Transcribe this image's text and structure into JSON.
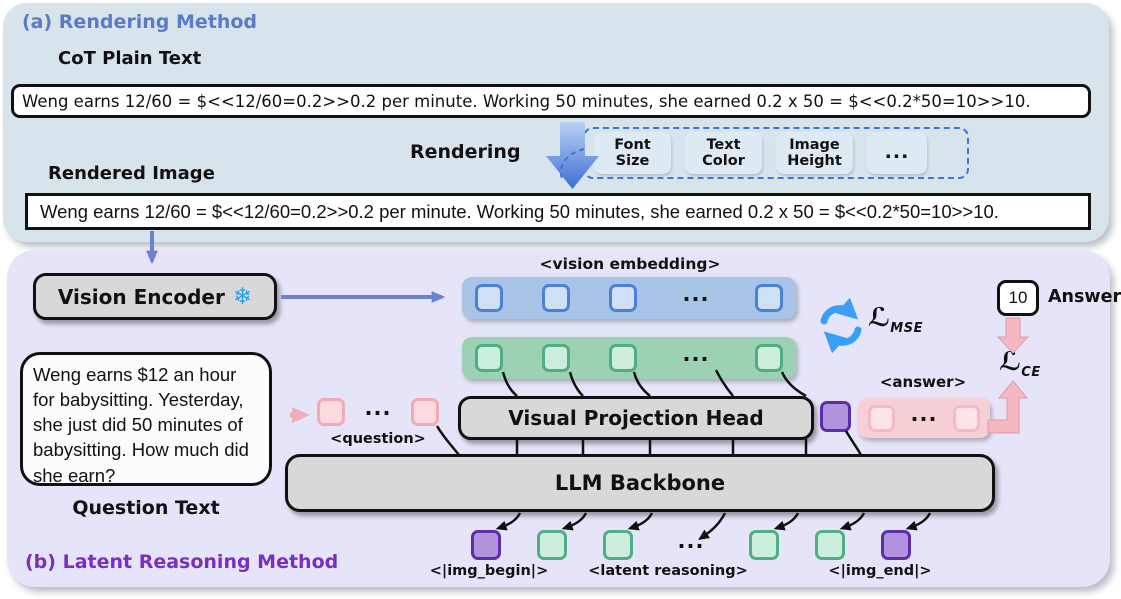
{
  "ellipsis": "...",
  "panel_a": {
    "title": "(a) Rendering Method",
    "cot_label": "CoT Plain Text",
    "cot_text": "Weng earns 12/60 = $<<12/60=0.2>>0.2 per minute. Working 50 minutes, she earned 0.2 x 50 = $<<0.2*50=10>>10.",
    "rendering_label": "Rendering",
    "params": [
      {
        "line1": "Font",
        "line2": "Size"
      },
      {
        "line1": "Text",
        "line2": "Color"
      },
      {
        "line1": "Image",
        "line2": "Height"
      }
    ],
    "rendered_label": "Rendered Image",
    "rendered_text": "Weng earns 12/60 = $<<12/60=0.2>>0.2 per minute. Working 50 minutes, she earned 0.2 x 50 = $<<0.2*50=10>>10."
  },
  "panel_b": {
    "title": "(b) Latent Reasoning Method",
    "vision_encoder_label": "Vision Encoder",
    "snowflake_icon": "❄",
    "vision_embedding_tag": "<vision embedding>",
    "question_text": "Weng earns $12 an hour for babysitting. Yesterday, she just did 50 minutes of babysitting. How much did she earn?",
    "question_caption": "Question Text",
    "question_tag": "<question>",
    "visual_projection_label": "Visual Projection Head",
    "answer_tag": "<answer>",
    "llm_label": "LLM Backbone",
    "img_begin_tag": "<|img_begin|>",
    "latent_reasoning_tag": "<latent reasoning>",
    "img_end_tag": "<|img_end|>",
    "answer_value": "10",
    "answer_caption": "Answer",
    "loss_mse": {
      "symbol": "ℒ",
      "subscript": "MSE"
    },
    "loss_ce": {
      "symbol": "ℒ",
      "subscript": "CE"
    }
  },
  "colors": {
    "panel_a_bg": "#d7e4ec",
    "panel_b_bg": "#e5e4f9",
    "panel_a_title": "#5b7bc8",
    "panel_b_title": "#7b2fc1",
    "gray_box": "#d8d8d8",
    "blue_bar": "#aac4e7",
    "blue_token_fill": "#d0e0f4",
    "blue_token_border": "#4b82d8",
    "green_bar": "#9cd2b3",
    "green_token_fill": "#cdeedd",
    "green_token_border": "#4fae83",
    "purple_token_fill": "#b193de",
    "purple_token_border": "#5f2daa",
    "pink_token_fill": "#fbdbdf",
    "pink_token_border": "#f3abb3",
    "pink_bar": "#f7d0d6",
    "pink_arrow": "#f2aeb8",
    "connector_blue": "#6b83cc",
    "sync_icon": "#3aa0f5",
    "dashed_border": "#3a78d8",
    "snowflake": "#2aa2e8"
  }
}
